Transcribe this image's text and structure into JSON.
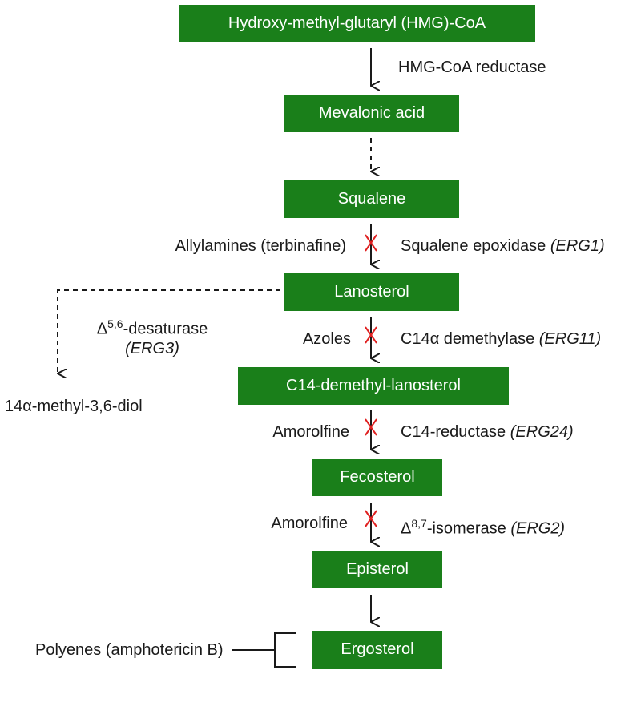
{
  "nodes": {
    "hmg": "Hydroxy-methyl-glutaryl (HMG)-CoA",
    "mevalonic": "Mevalonic acid",
    "squalene": "Squalene",
    "lanosterol": "Lanosterol",
    "c14demethyl": "C14-demethyl-lanosterol",
    "fecosterol": "Fecosterol",
    "episterol": "Episterol",
    "ergosterol": "Ergosterol"
  },
  "side_product": "14α-methyl-3,6-diol",
  "enzymes": {
    "hmg_reductase": "HMG-CoA reductase",
    "squalene_epoxidase": "Squalene epoxidase ",
    "squalene_epoxidase_gene": "(ERG1)",
    "desaturase_delta": "Δ",
    "desaturase_sup": "5,6",
    "desaturase_text": "-desaturase",
    "desaturase_gene": "(ERG3)",
    "c14_demethylase": "C14α demethylase ",
    "c14_demethylase_gene": "(ERG11)",
    "c14_reductase": "C14-reductase ",
    "c14_reductase_gene": "(ERG24)",
    "isomerase_delta": "Δ",
    "isomerase_sup": "8,7",
    "isomerase_text": "-isomerase ",
    "isomerase_gene": "(ERG2)"
  },
  "inhibitors": {
    "allylamines": "Allylamines (terbinafine)",
    "azoles": "Azoles",
    "amorolfine_1": "Amorolfine",
    "amorolfine_2": "Amorolfine",
    "polyenes": "Polyenes (amphotericin B)"
  },
  "colors": {
    "box": "#1a7f1a",
    "inhibition_mark": "#e02020",
    "arrow": "#1a1a1a"
  }
}
